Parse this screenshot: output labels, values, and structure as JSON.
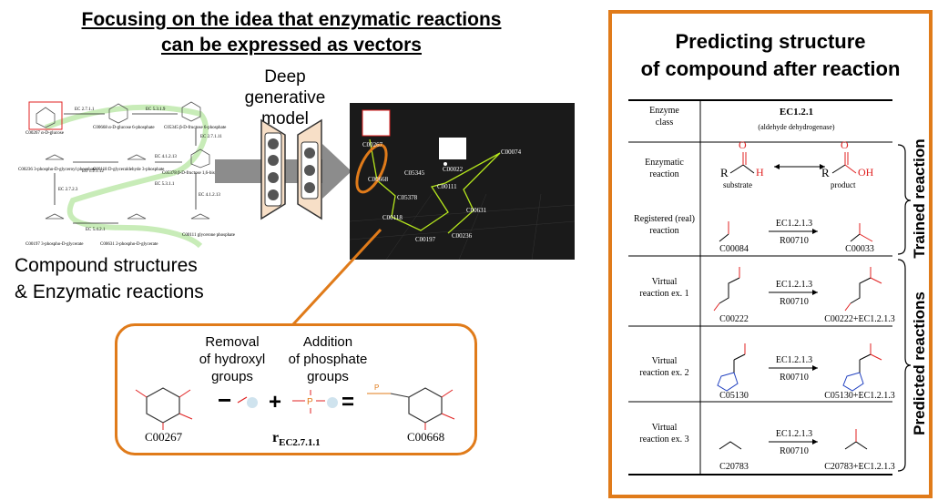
{
  "title": {
    "line1": "Focusing on the idea that enzymatic reactions",
    "line2": "can be expressed as vectors"
  },
  "pathway": {
    "compounds": [
      "C00267 α-D-glucose",
      "C00668 α-D-glucose 6-phosphate",
      "C05345 β-D-fructose 6-phosphate",
      "C00236 3-phospho-D-glyceroyl phosphate",
      "C00118 D-glyceraldehyde 3-phosphate",
      "C05378 β-D-fructose 1,6-bisphosphate",
      "C00197 3-phospho-D-glycerate",
      "C00631 2-phospho-D-glycerate",
      "C00111 glycerone phosphate"
    ],
    "enzymes": [
      "EC 2.7.1.1",
      "EC 5.3.1.9",
      "EC 2.7.1.11",
      "EC 1.2.1.12",
      "EC 4.1.2.13",
      "EC 2.7.2.3",
      "EC 5.3.1.1",
      "EC 4.1.2.13",
      "EC 5.4.2.1"
    ]
  },
  "caption_left": {
    "line1": "Compound structures",
    "line2": "& Enzymatic reactions"
  },
  "model": {
    "line1": "Deep",
    "line2": "generative",
    "line3": "model"
  },
  "latent_nodes": [
    "C00267",
    "C00668",
    "C05345",
    "C00022",
    "C00074",
    "C05378",
    "C00111",
    "C00118",
    "C00631",
    "C00197",
    "C00236"
  ],
  "callout": {
    "removal": "Removal\nof hydroxyl\ngroups",
    "addition": "Addition\nof phosphate\ngroups",
    "minus": "−",
    "plus": "+",
    "equals": "=",
    "left_compound": "C00267",
    "right_compound": "C00668",
    "vector_main": "r",
    "vector_sub": "EC2.7.1.1"
  },
  "right_panel": {
    "title_line1": "Predicting  structure",
    "title_line2": "of compound after reaction",
    "trained_label": "Trained reaction",
    "predicted_label": "Predicted reactions",
    "header": {
      "enzyme_class_label": "Enzyme\nclass",
      "ec": "EC1.2.1",
      "ec_name": "(aldehyde dehydrogenase)"
    },
    "enzymatic": {
      "label": "Enzymatic\nreaction",
      "substrate": "substrate",
      "product": "product",
      "r_left": "R",
      "r_right": "R",
      "o_left": "O",
      "o_right": "O",
      "h": "H",
      "oh": "OH"
    },
    "rows": [
      {
        "label": "Registered (real)\nreaction",
        "ec": "EC1.2.1.3",
        "rxn": "R00710",
        "left": "C00084",
        "right": "C00033"
      },
      {
        "label": "Virtual\nreaction ex. 1",
        "ec": "EC1.2.1.3",
        "rxn": "R00710",
        "left": "C00222",
        "right": "C00222+EC1.2.1.3"
      },
      {
        "label": "Virtual\nreaction ex. 2",
        "ec": "EC1.2.1.3",
        "rxn": "R00710",
        "left": "C05130",
        "right": "C05130+EC1.2.1.3"
      },
      {
        "label": "Virtual\nreaction ex. 3",
        "ec": "EC1.2.1.3",
        "rxn": "R00710",
        "left": "C20783",
        "right": "C20783+EC1.2.1.3"
      }
    ]
  },
  "colors": {
    "accent_orange": "#e07b1a",
    "pathway_green": "#c8ecb8",
    "model_fill": "#f7dfc7",
    "latent_bg": "#1a1a1a",
    "latent_line": "#b5e61d",
    "arrow_gray": "#8c8c8c",
    "atom_red": "#e02020",
    "atom_blue": "#2040c0"
  }
}
